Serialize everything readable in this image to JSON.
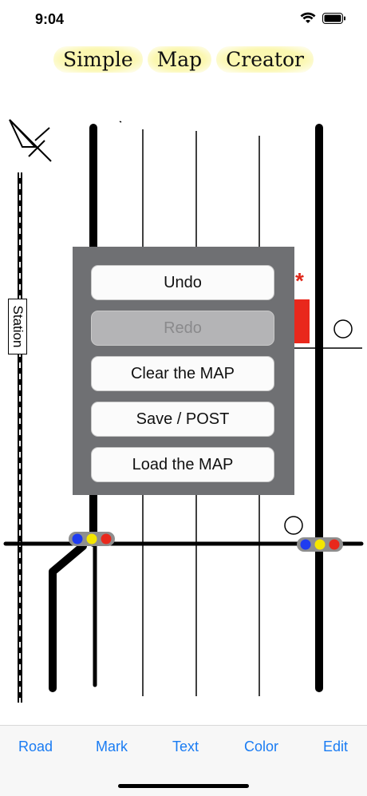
{
  "status_bar": {
    "time": "9:04",
    "wifi_icon": "wifi-icon",
    "battery_icon": "battery-icon"
  },
  "title": {
    "words": [
      "Simple",
      "Map",
      "Creator"
    ]
  },
  "map": {
    "station_label": "Station",
    "mark_symbol": "*",
    "colors": {
      "road": "#000000",
      "red_mark": "#e9281c",
      "signal_blue": "#1f3cf0",
      "signal_yellow": "#f4e600",
      "signal_red": "#e9281c",
      "signal_body": "#8e8e8e"
    }
  },
  "menu": {
    "buttons": [
      {
        "label": "Undo",
        "enabled": true
      },
      {
        "label": "Redo",
        "enabled": false
      },
      {
        "label": "Clear the MAP",
        "enabled": true
      },
      {
        "label": "Save / POST",
        "enabled": true
      },
      {
        "label": "Load the MAP",
        "enabled": true
      }
    ]
  },
  "tabs": {
    "road": "Road",
    "mark": "Mark",
    "text": "Text",
    "color": "Color",
    "edit": "Edit"
  },
  "accent_color": "#1a7cf3"
}
